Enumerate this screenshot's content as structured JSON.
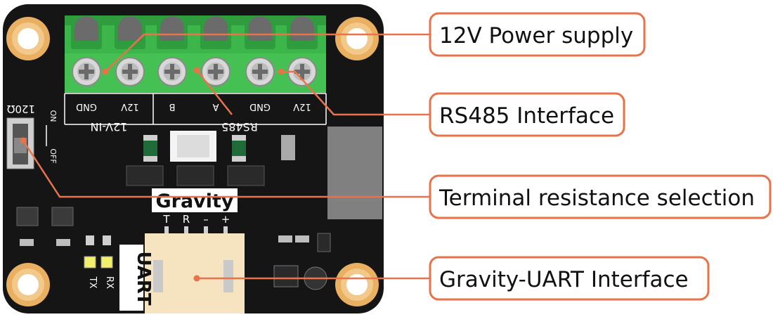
{
  "callouts": [
    {
      "label": "12V Power supply"
    },
    {
      "label": "RS485 Interface"
    },
    {
      "label": "Terminal resistance selection"
    },
    {
      "label": "Gravity-UART Interface"
    }
  ],
  "board": {
    "terminal_labels": [
      "GND",
      "12V",
      "B",
      "A",
      "GND",
      "12V"
    ],
    "group_12v_in": "12V-IN",
    "group_rs485": "RS485",
    "switch_value": "120Ω",
    "switch_on": "ON",
    "switch_off": "OFF",
    "brand": "Gravity",
    "connector_label": "UART",
    "pin_labels": [
      "T",
      "R",
      "–",
      "+"
    ],
    "led_tx": "TX",
    "led_rx": "RX"
  },
  "colors": {
    "callout_accent": "#e8734a",
    "terminal_green": "#3cb54a",
    "board_black": "#151515",
    "pad_gold": "#e8b060"
  }
}
